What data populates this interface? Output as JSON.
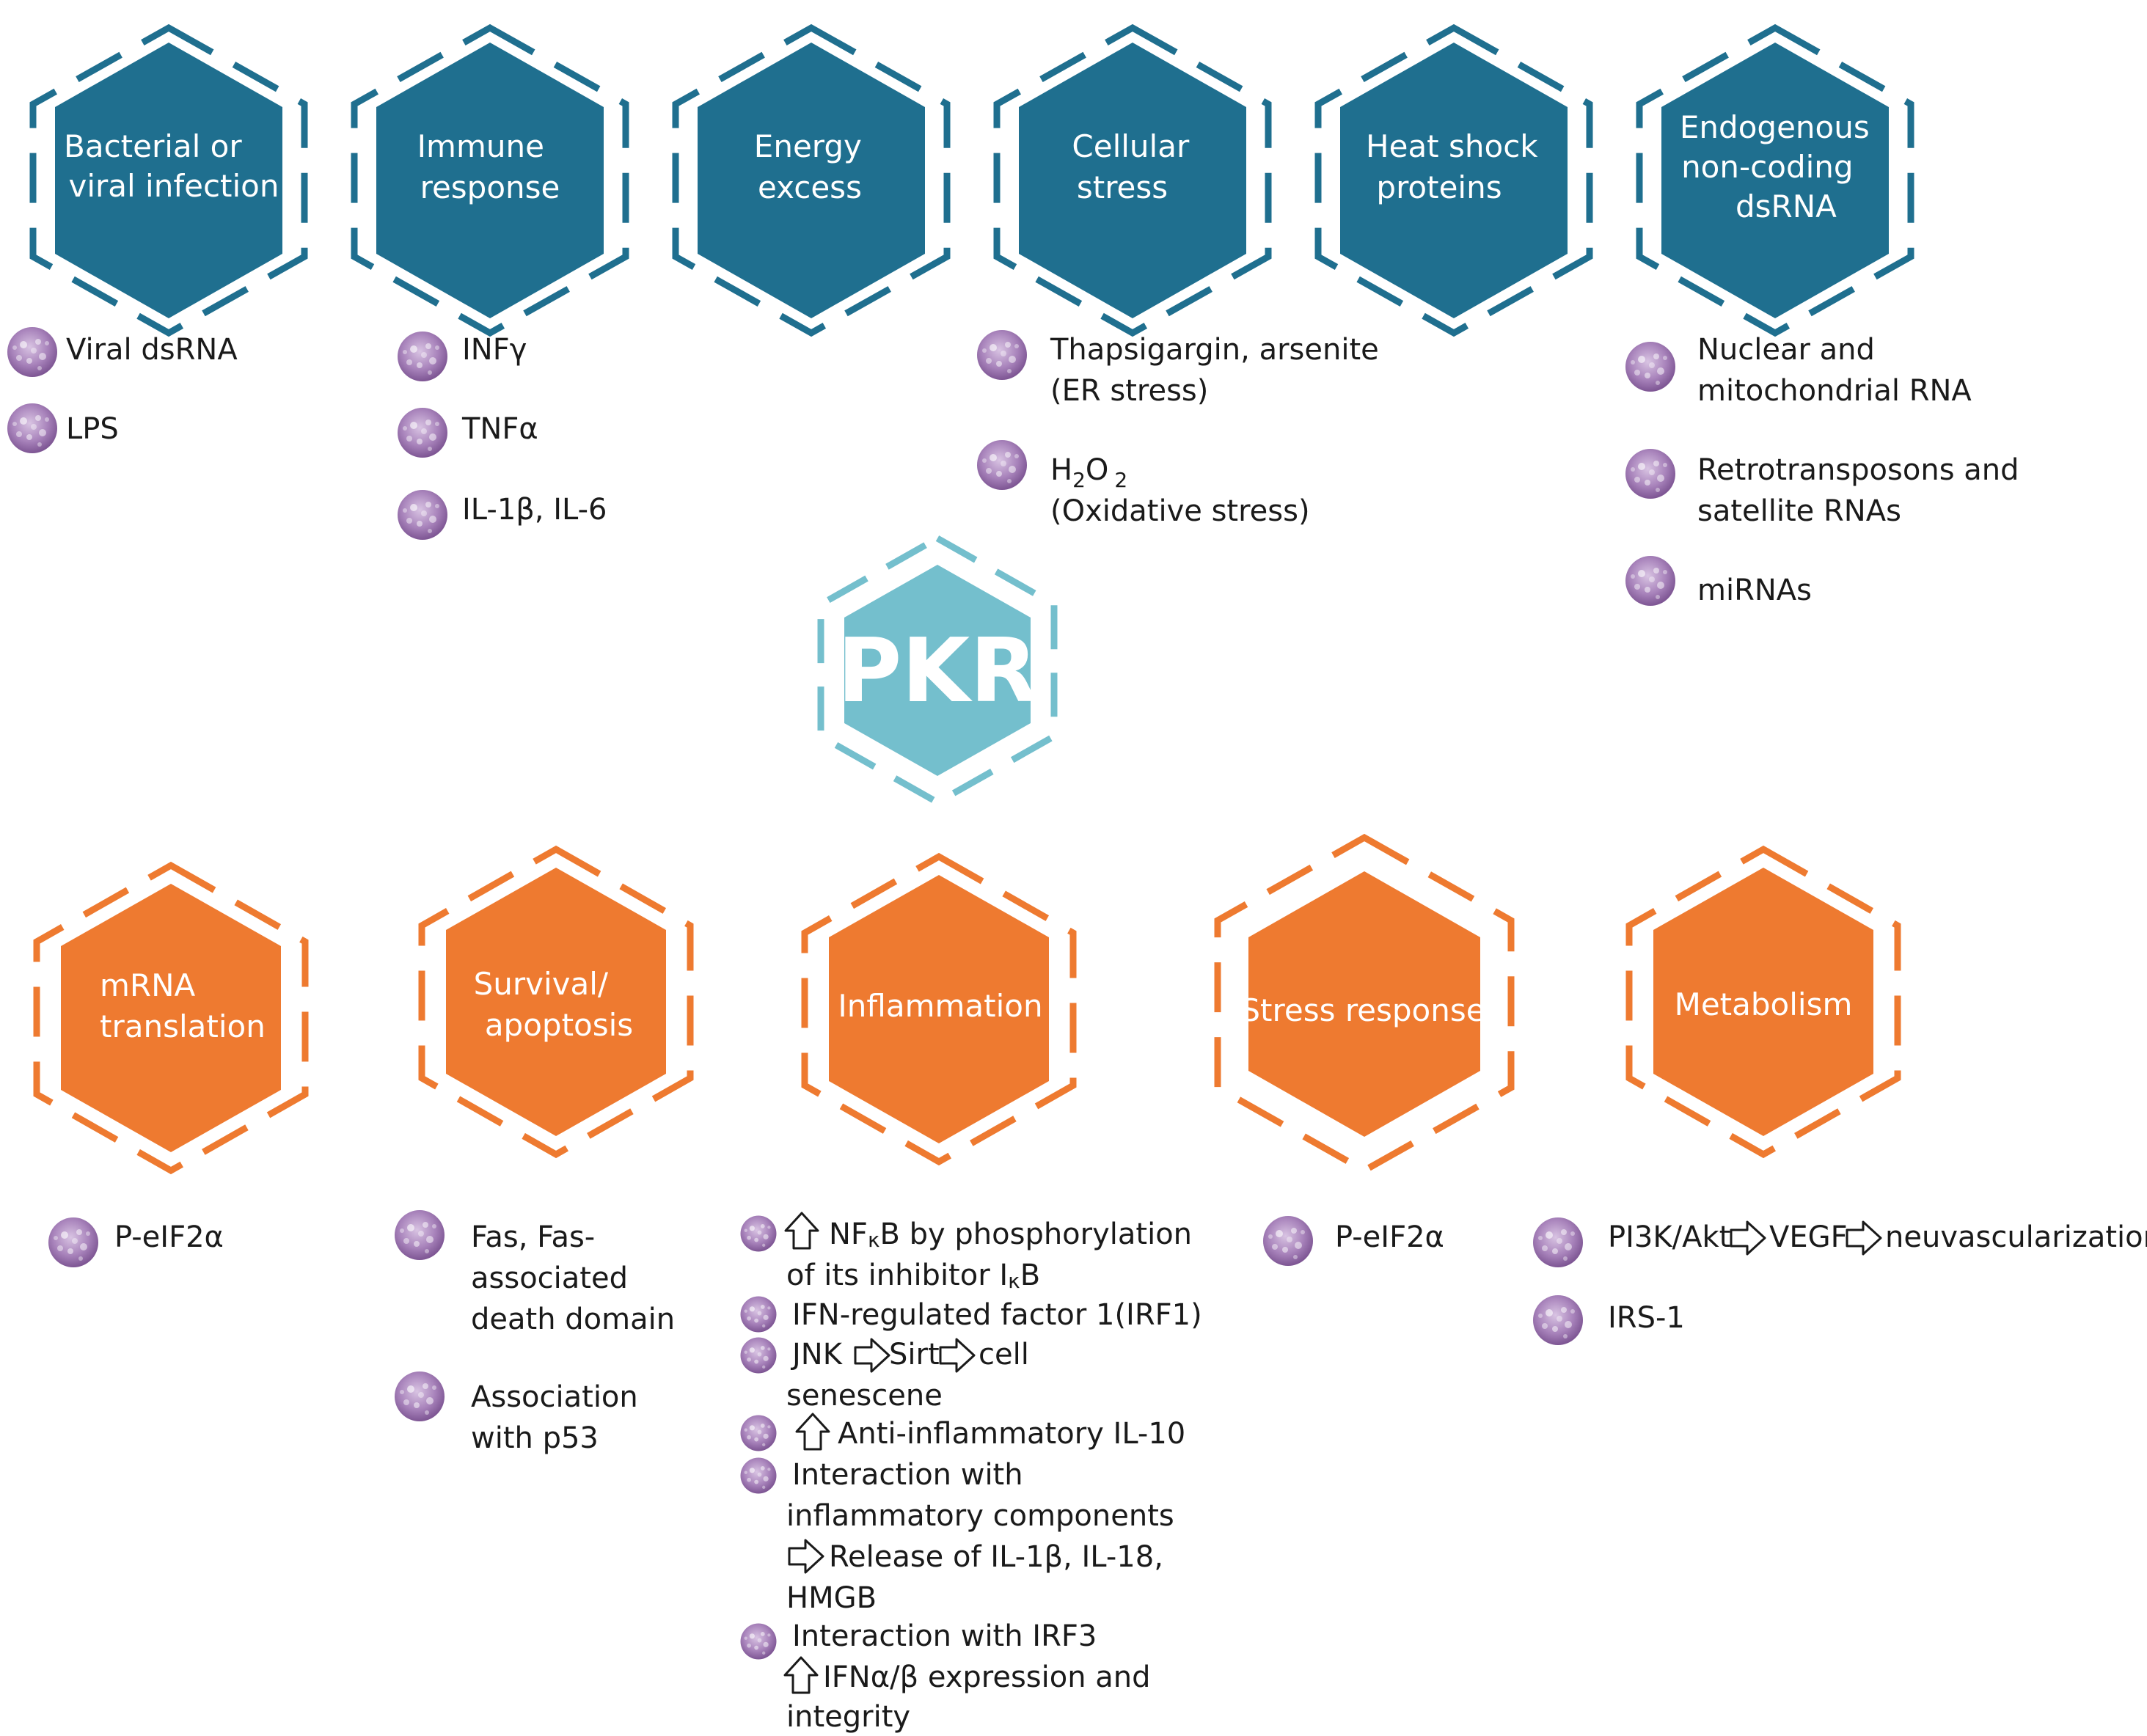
{
  "colors": {
    "input_fill": "#1f6f8f",
    "input_dash": "#1f6f8f",
    "pkr_fill": "#74bfcd",
    "pkr_dash": "#74bfcd",
    "output_fill": "#ee7a30",
    "output_dash": "#ee7a30",
    "bullet": "#8a5a9e",
    "text": "#1a1a1a"
  },
  "inputs": [
    {
      "label": [
        "Bacterial or",
        "viral infection"
      ],
      "items": [
        [
          "Viral dsRNA"
        ],
        [
          "LPS"
        ]
      ]
    },
    {
      "label": [
        "Immune",
        "response"
      ],
      "items": [
        [
          "INFγ"
        ],
        [
          "TNFα"
        ],
        [
          "IL-1β, IL-6"
        ]
      ]
    },
    {
      "label": [
        "Energy",
        "excess"
      ],
      "items": []
    },
    {
      "label": [
        "Cellular",
        "stress"
      ],
      "items": [
        [
          "Thapsigargin, arsenite",
          "(ER stress)"
        ],
        [
          "H",
          "2",
          "O",
          "2",
          "(Oxidative stress)"
        ]
      ]
    },
    {
      "label": [
        "Heat shock",
        "proteins"
      ],
      "items": []
    },
    {
      "label": [
        "Endogenous",
        "non-coding",
        "dsRNA"
      ],
      "items": [
        [
          "Nuclear and",
          "mitochondrial RNA"
        ],
        [
          "Retrotransposons and",
          "satellite RNAs"
        ],
        [
          "miRNAs"
        ]
      ]
    }
  ],
  "center": {
    "label": "PKR"
  },
  "outputs": [
    {
      "label": [
        "mRNA",
        "translation"
      ],
      "items": [
        [
          "P-eIF2α"
        ]
      ]
    },
    {
      "label": [
        "Survival/",
        "apoptosis"
      ],
      "items": [
        [
          "Fas, Fas-",
          "associated",
          "death domain"
        ],
        [
          "Association",
          "with p53"
        ]
      ]
    },
    {
      "label": [
        "Inflammation"
      ],
      "items": [
        [
          "NF",
          "κ",
          "B by phosphorylation",
          "of its inhibitor I",
          "κ",
          "B"
        ],
        [
          "IFN-regulated factor 1(IRF1)"
        ],
        [
          "JNK",
          "Sirt",
          "cell",
          "senescene"
        ],
        [
          "Anti-inflammatory IL-10"
        ],
        [
          "Interaction with",
          "inflammatory components",
          "Release of IL-1β, IL-18,",
          "HMGB"
        ],
        [
          "Interaction with IRF3",
          "IFNα/β expression and",
          "integrity"
        ]
      ]
    },
    {
      "label": [
        "Stress response"
      ],
      "items": [
        [
          "P-eIF2α"
        ]
      ]
    },
    {
      "label": [
        "Metabolism"
      ],
      "items": [
        [
          "PI3K/Akt",
          "VEGF",
          "neuvascularization"
        ],
        [
          "IRS-1"
        ]
      ]
    }
  ]
}
